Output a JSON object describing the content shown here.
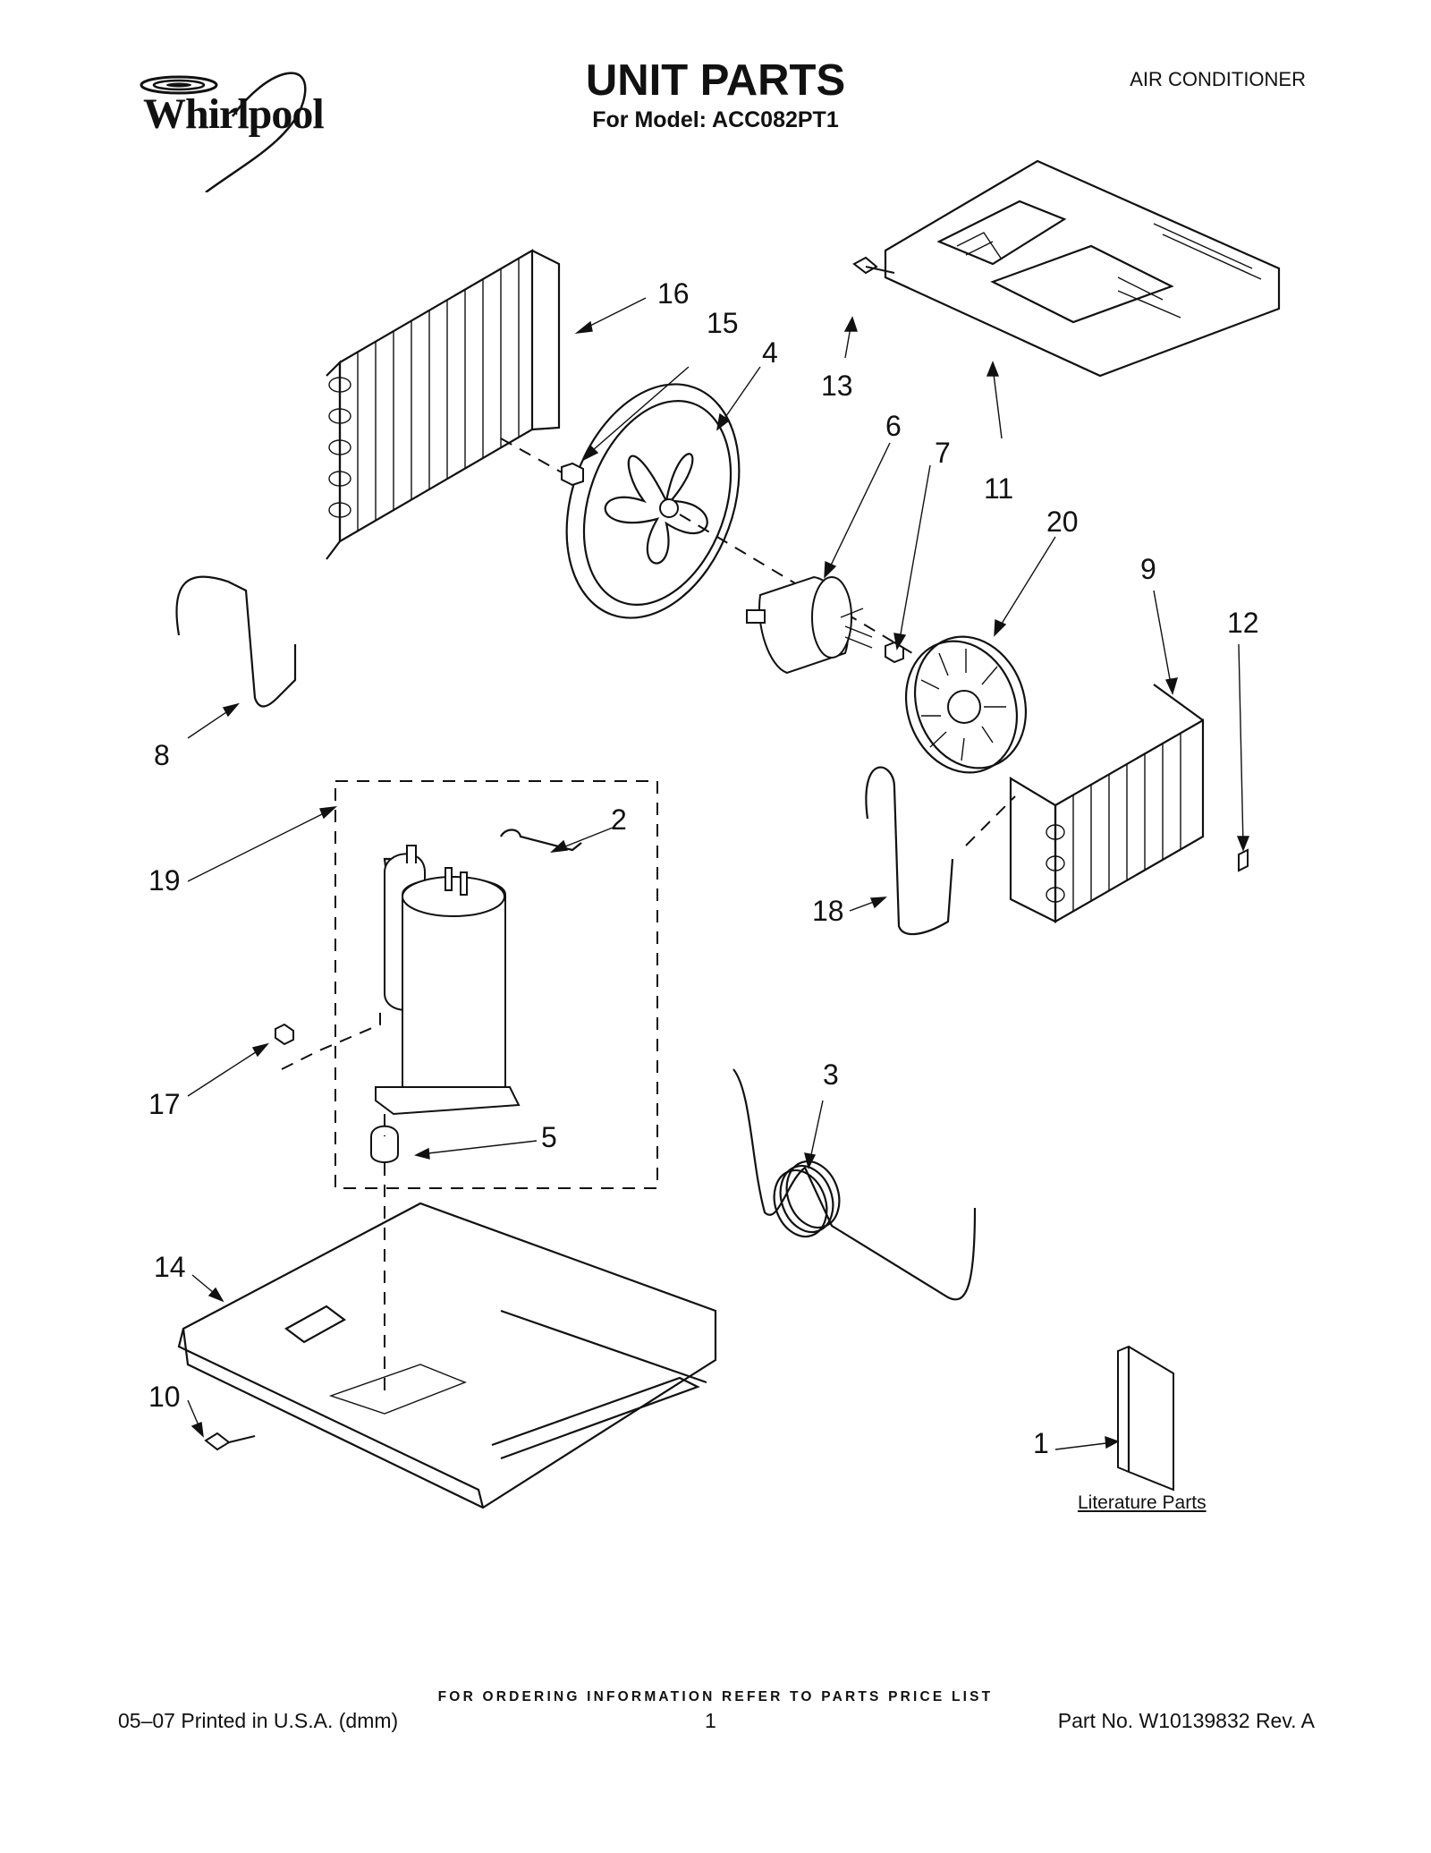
{
  "header": {
    "brand": "Whirlpool",
    "title": "UNIT PARTS",
    "subtitle": "For Model: ACC082PT1",
    "category": "AIR CONDITIONER"
  },
  "diagram": {
    "callouts": {
      "c1": "1",
      "c2": "2",
      "c3": "3",
      "c4": "4",
      "c5": "5",
      "c6": "6",
      "c7": "7",
      "c8": "8",
      "c9": "9",
      "c10": "10",
      "c11": "11",
      "c12": "12",
      "c13": "13",
      "c14": "14",
      "c15": "15",
      "c16": "16",
      "c17": "17",
      "c18": "18",
      "c19": "19",
      "c20": "20"
    },
    "literature_label": "Literature Parts"
  },
  "footer": {
    "order_note": "FOR ORDERING INFORMATION REFER TO PARTS PRICE LIST",
    "printed": "05–07 Printed in U.S.A. (dmm)",
    "page": "1",
    "part_no": "Part No. W10139832 Rev. A"
  }
}
